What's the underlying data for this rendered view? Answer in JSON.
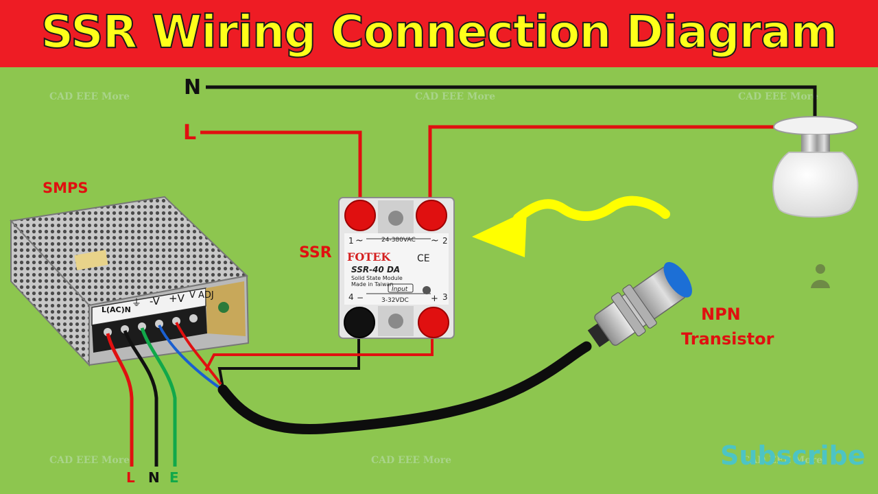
{
  "header": {
    "title": "SSR Wiring Connection Diagram"
  },
  "mains": {
    "neutral": "N",
    "line": "L"
  },
  "labels": {
    "smps": "SMPS",
    "ssr": "SSR",
    "npn_line1": "NPN",
    "npn_line2": "Transistor"
  },
  "smps_terminals": {
    "ac": "L(AC)N",
    "ground": "⏚",
    "neg": "-V",
    "pos": "+V",
    "v_adj": "V ADJ"
  },
  "smps_bottom": {
    "l": "L",
    "n": "N",
    "e": "E"
  },
  "ssr_module": {
    "brand": "FOTEK",
    "model": "SSR-40 DA",
    "line1": "Solid State Module",
    "line2": "Made in Taiwan",
    "ac_range": "24-380VAC",
    "dc_range": "3-32VDC",
    "input_label": "Input",
    "ce": "CE",
    "t1": "1",
    "t2": "2",
    "t3": "3",
    "t4": "4"
  },
  "watermark": "CAD EEE More",
  "subscribe": "Subscribe",
  "colors": {
    "header_bg": "#ee1c24",
    "title": "#ffff1a",
    "background": "#8dc64f",
    "red_wire": "#e01010",
    "black_wire": "#111111",
    "green_wire": "#11a84a",
    "blue_wire": "#1a5fd0",
    "arrow": "#ffff00"
  }
}
